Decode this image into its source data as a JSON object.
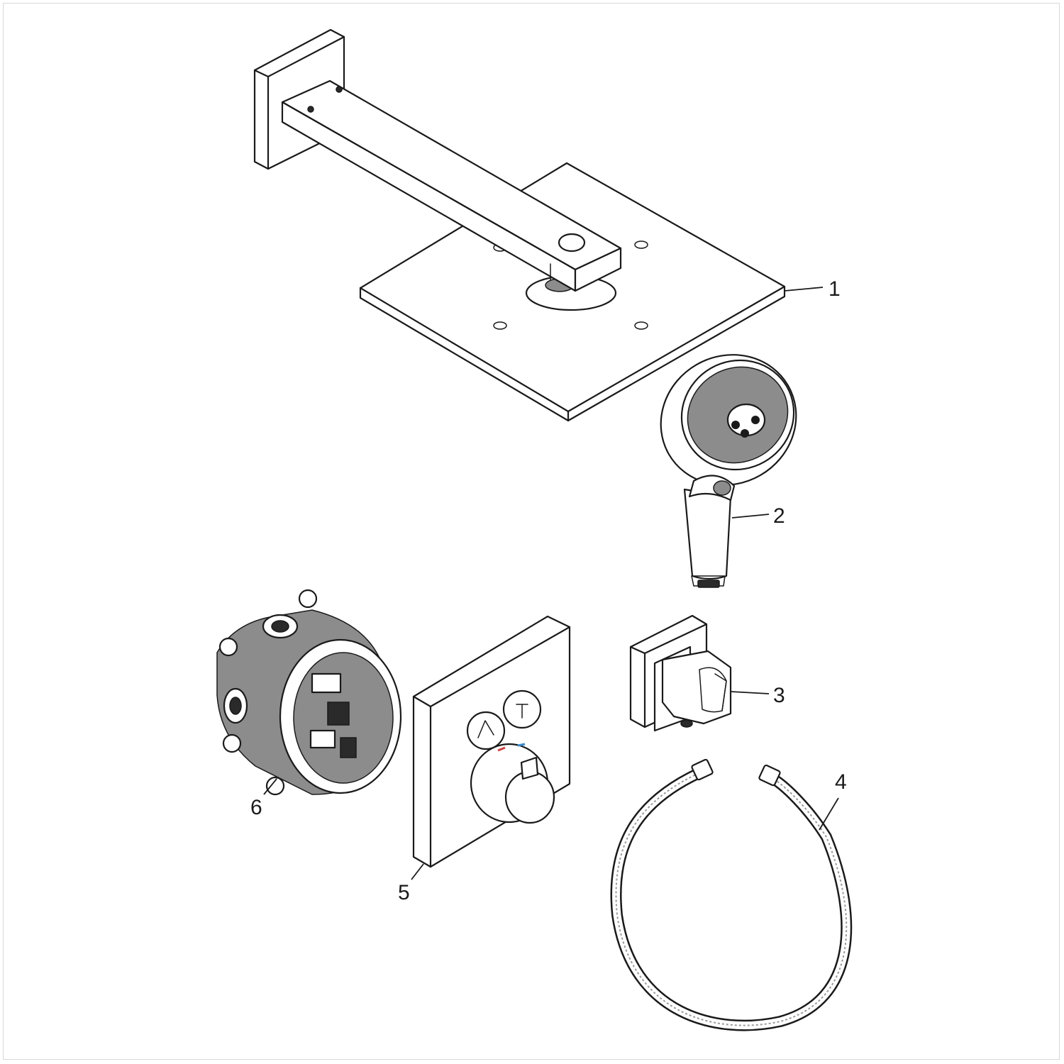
{
  "callouts": [
    {
      "id": "1",
      "label": "1"
    },
    {
      "id": "2",
      "label": "2"
    },
    {
      "id": "3",
      "label": "3"
    },
    {
      "id": "4",
      "label": "4"
    },
    {
      "id": "5",
      "label": "5"
    },
    {
      "id": "6",
      "label": "6"
    }
  ],
  "parts": [
    {
      "callout": "1",
      "icon": "overhead-shower-with-wall-arm-icon"
    },
    {
      "callout": "2",
      "icon": "hand-shower-icon"
    },
    {
      "callout": "3",
      "icon": "wall-outlet-holder-icon"
    },
    {
      "callout": "4",
      "icon": "shower-hose-icon"
    },
    {
      "callout": "5",
      "icon": "thermostat-trim-icon"
    },
    {
      "callout": "6",
      "icon": "basic-set-body-icon"
    }
  ],
  "colors": {
    "line": "#1a1a1a",
    "background": "#ffffff"
  }
}
